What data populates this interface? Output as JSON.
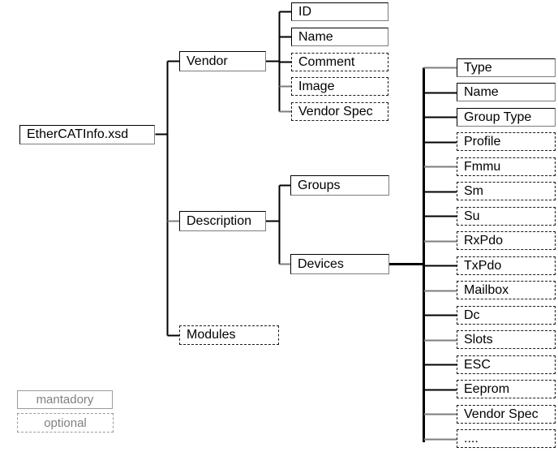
{
  "diagram": {
    "title": "EtherCATInfo.xsd",
    "root": {
      "label": "EtherCATInfo.xsd",
      "type": "mandatory"
    },
    "level1": [
      {
        "label": "Vendor",
        "type": "mandatory"
      },
      {
        "label": "Description",
        "type": "mandatory"
      },
      {
        "label": "Modules",
        "type": "optional"
      }
    ],
    "vendor_children": [
      {
        "label": "ID",
        "type": "mandatory"
      },
      {
        "label": "Name",
        "type": "mandatory"
      },
      {
        "label": "Comment",
        "type": "optional"
      },
      {
        "label": "Image",
        "type": "optional"
      },
      {
        "label": "Vendor Spec",
        "type": "optional"
      }
    ],
    "description_children": [
      {
        "label": "Groups",
        "type": "mandatory"
      },
      {
        "label": "Devices",
        "type": "mandatory"
      }
    ],
    "devices_children": [
      {
        "label": "Type",
        "type": "mandatory"
      },
      {
        "label": "Name",
        "type": "mandatory"
      },
      {
        "label": "Group Type",
        "type": "mandatory"
      },
      {
        "label": "Profile",
        "type": "optional"
      },
      {
        "label": "Fmmu",
        "type": "optional"
      },
      {
        "label": "Sm",
        "type": "optional"
      },
      {
        "label": "Su",
        "type": "optional"
      },
      {
        "label": "RxPdo",
        "type": "optional"
      },
      {
        "label": "TxPdo",
        "type": "optional"
      },
      {
        "label": "Mailbox",
        "type": "optional"
      },
      {
        "label": "Dc",
        "type": "optional"
      },
      {
        "label": "Slots",
        "type": "optional"
      },
      {
        "label": "ESC",
        "type": "optional"
      },
      {
        "label": "Eeprom",
        "type": "optional"
      },
      {
        "label": "Vendor Spec",
        "type": "optional"
      },
      {
        "label": "....",
        "type": "optional"
      }
    ],
    "legend": [
      {
        "label": "mantadory",
        "type": "mandatory"
      },
      {
        "label": "optional",
        "type": "optional"
      }
    ],
    "colors": {
      "line": "#000000",
      "shadow": "#7d7d7d",
      "legend_text": "#808080",
      "background": "#ffffff"
    }
  }
}
